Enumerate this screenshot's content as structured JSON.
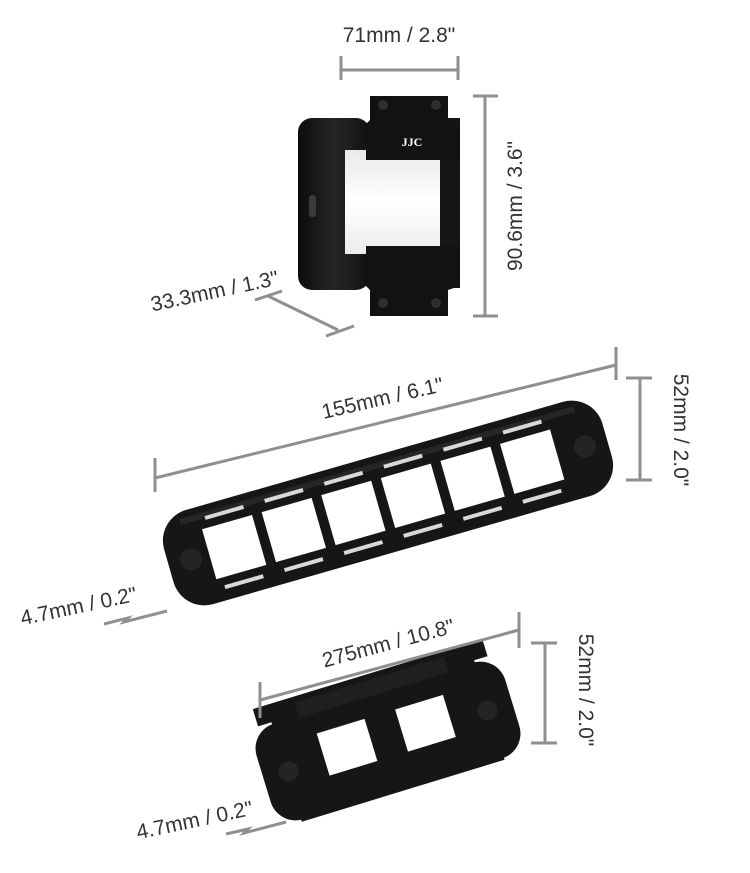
{
  "viewer": {
    "brand_logo": "JJC",
    "width_label": "71mm / 2.8\"",
    "height_label": "90.6mm / 3.6\"",
    "depth_label": "33.3mm / 1.3\""
  },
  "film_strip_holder": {
    "length_label": "155mm / 6.1\"",
    "height_label": "52mm / 2.0\"",
    "thickness_label": "4.7mm / 0.2\""
  },
  "slide_holder": {
    "length_label": "275mm / 10.8\"",
    "height_label": "52mm / 2.0\"",
    "thickness_label": "4.7mm / 0.2\""
  },
  "colors": {
    "dimension_line": "#8f8f8f",
    "label_text": "#333333",
    "product_body": "#1a1a1a",
    "light_panel": "#f7f7f7"
  }
}
